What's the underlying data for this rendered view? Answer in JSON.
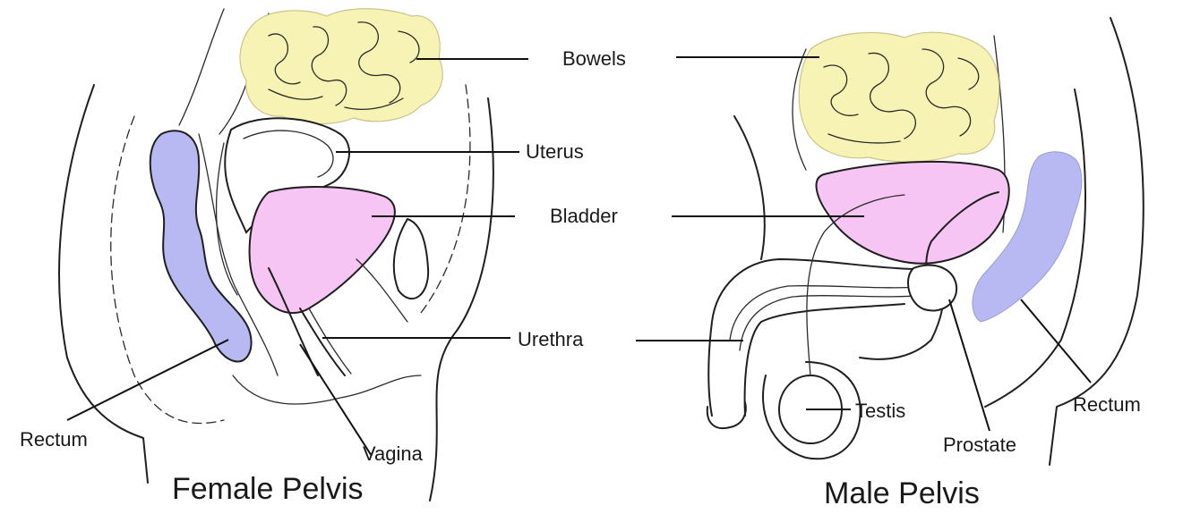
{
  "colors": {
    "bowels": "#f7f3b4",
    "bladder": "#f6c5f3",
    "rectum": "#b8b8f2",
    "uterus": "#ffffff",
    "ink": "#1f1f1f"
  },
  "female": {
    "title": "Female Pelvis",
    "labels": {
      "bowels": "Bowels",
      "uterus": "Uterus",
      "bladder": "Bladder",
      "urethra": "Urethra",
      "rectum": "Rectum",
      "vagina": "Vagina"
    }
  },
  "male": {
    "title": "Male Pelvis",
    "labels": {
      "testis": "Testis",
      "prostate": "Prostate",
      "rectum": "Rectum"
    }
  }
}
